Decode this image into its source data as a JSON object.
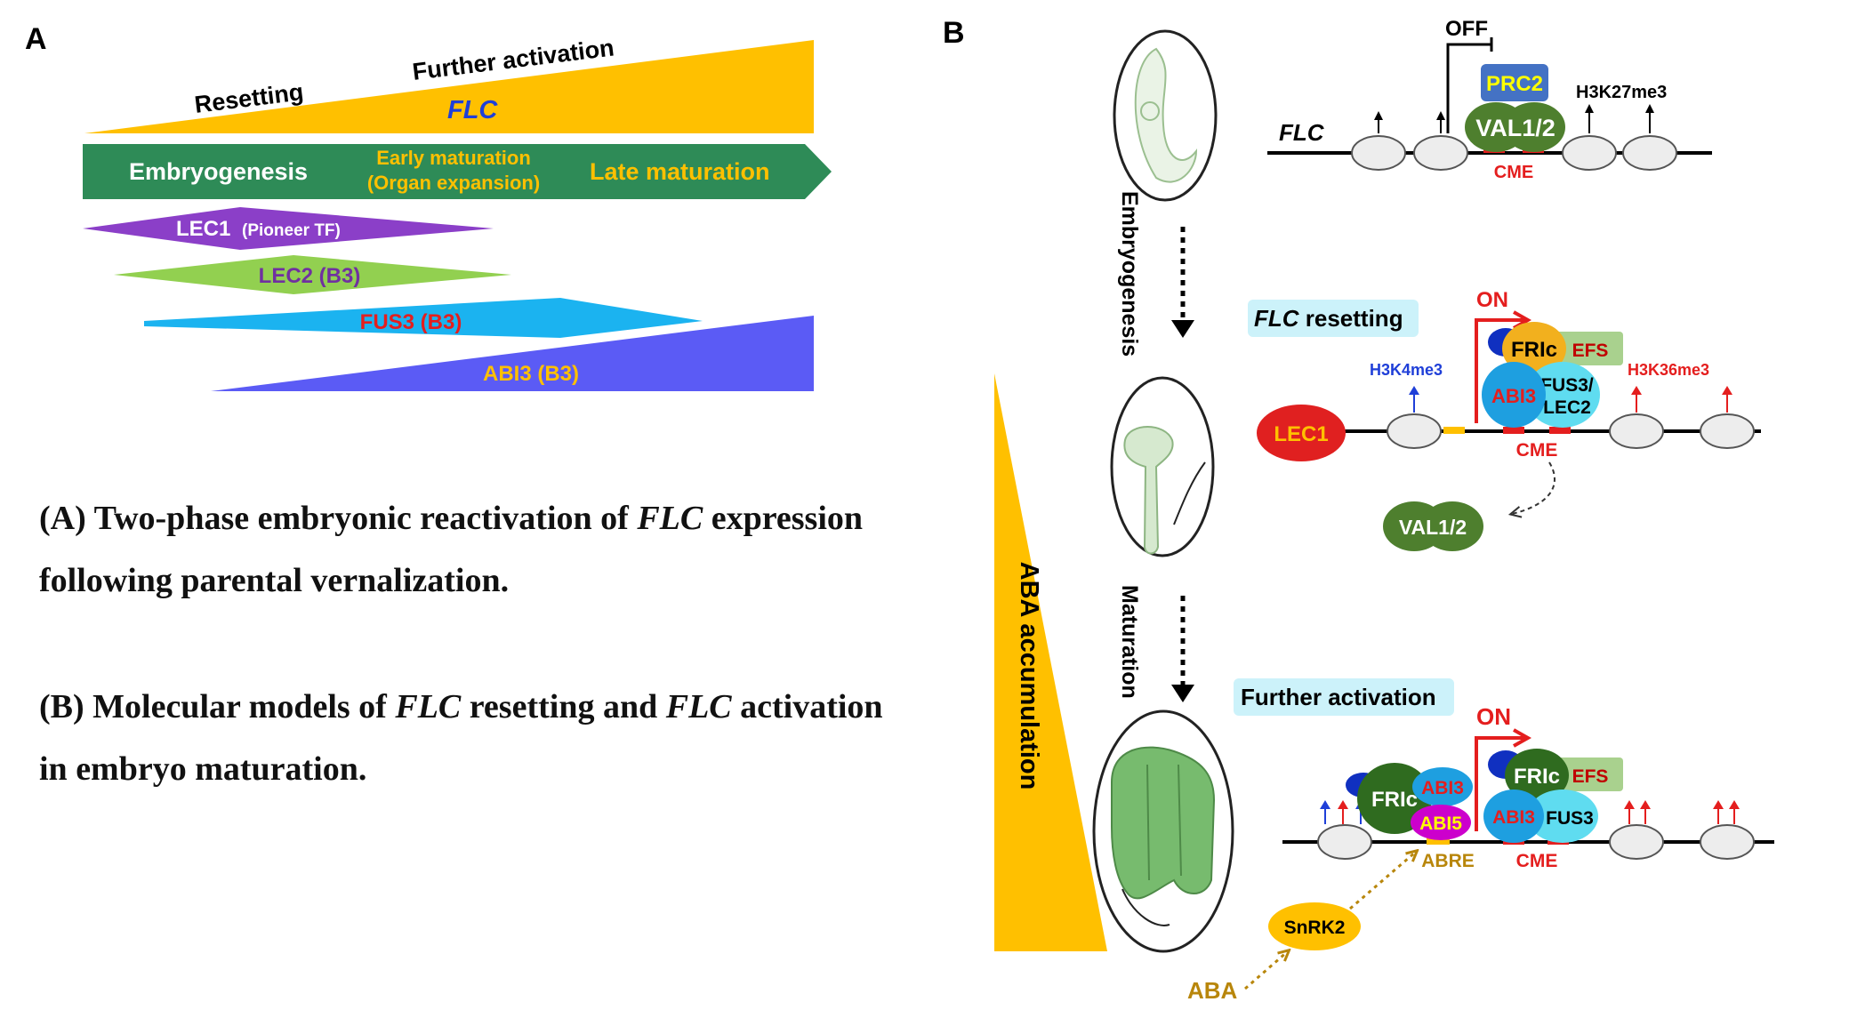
{
  "panel_a": {
    "label": "A",
    "wedge_left": "Resetting",
    "wedge_right": "Further activation",
    "wedge_gene": "FLC",
    "stage_1": "Embryogenesis",
    "stage_2a": "Early maturation",
    "stage_2b": "(Organ expansion)",
    "stage_3": "Late maturation",
    "lec1": "LEC1",
    "lec1_note": "(Pioneer  TF)",
    "lec2": "LEC2 (B3)",
    "fus3": "FUS3 (B3)",
    "abi3": "ABI3 (B3)"
  },
  "captions": {
    "a_prefix": "(A) Two-phase embryonic reactivation of ",
    "a_gene": "FLC",
    "a_suffix": " expression",
    "a_line2": "following parental vernalization.",
    "b_prefix": "(B) Molecular models of ",
    "b_gene1": "FLC",
    "b_mid": " resetting and ",
    "b_gene2": "FLC",
    "b_suffix": " activation",
    "b_line2": "in embryo maturation."
  },
  "panel_b": {
    "label": "B",
    "aba_accumulation": "ABA accumulation",
    "embryogenesis": "Embryogenesis",
    "maturation": "Maturation",
    "top": {
      "off": "OFF",
      "prc2": "PRC2",
      "val12": "VAL1/2",
      "h3k27me3": "H3K27me3",
      "flc": "FLC",
      "cme": "CME"
    },
    "middle": {
      "title_gene": "FLC",
      "title_rest": " resetting",
      "on": "ON",
      "fric": "FRIc",
      "efs": "EFS",
      "abi3": "ABI3",
      "fus3_lec2_1": "FUS3/",
      "fus3_lec2_2": "LEC2",
      "h3k4me3": "H3K4me3",
      "h3k36me3": "H3K36me3",
      "lec1": "LEC1",
      "cme": "CME",
      "val12": "VAL1/2"
    },
    "bottom": {
      "title": "Further activation",
      "on": "ON",
      "fric_left": "FRIc",
      "abi3_left": "ABI3",
      "abi5": "ABI5",
      "fric_right": "FRIc",
      "efs": "EFS",
      "abi3_right": "ABI3",
      "fus3": "FUS3",
      "abre": "ABRE",
      "cme": "CME",
      "snrk2": "SnRK2",
      "aba": "ABA"
    }
  },
  "colors": {
    "flc_wedge": "#FFC000",
    "stage_arrow": "#2E8B57",
    "lec1": "#8B3FC8",
    "lec2": "#92D050",
    "fus3": "#1BB3F0",
    "abi3": "#5B5BF5",
    "val": "#4E7F2E",
    "prc2": "#4472C4",
    "lec1_protein": "#E02020",
    "fric": "#F2B01E",
    "efs": "#A9D18E",
    "abi3_protein": "#1E9FE0",
    "fus3_protein": "#5FDCF0",
    "abi5": "#CC00CC",
    "snrk2": "#FFC000",
    "title_box": "#CCF2FA"
  }
}
